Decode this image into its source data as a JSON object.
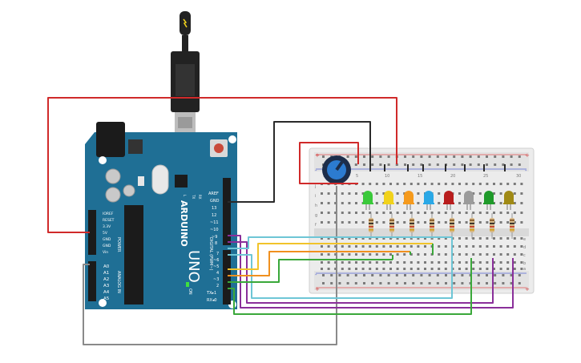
{
  "board": {
    "brand": "ARDUINO",
    "model": "UNO",
    "power_header_label": "POWER",
    "analog_header_label": "ANALOG IN",
    "digital_header_label": "DIGITAL (PWM~)",
    "on_label": "ON",
    "tx_label": "TX",
    "rx_label": "RX",
    "led_l_label": "L",
    "power_pins": [
      "IOREF",
      "RESET",
      "3.3V",
      "5V",
      "GND",
      "GND",
      "Vin"
    ],
    "analog_pins": [
      "A0",
      "A1",
      "A2",
      "A3",
      "A4",
      "A5"
    ],
    "digital_top_pins": [
      "AREF",
      "GND",
      "13",
      "12",
      "~11",
      "~10",
      "~9",
      "8"
    ],
    "digital_bottom_pins": [
      "7",
      "~6",
      "~5",
      "4",
      "~3",
      "2",
      "TX▸1",
      "RX◂0"
    ]
  },
  "breadboard": {
    "row_letters_top": [
      "j",
      "i",
      "h",
      "g",
      "f"
    ],
    "row_letters_bottom": [
      "e",
      "d",
      "c",
      "b",
      "a"
    ],
    "column_numbers": [
      "1",
      "5",
      "10",
      "15",
      "20",
      "25",
      "30"
    ],
    "rail_plus": "+",
    "rail_minus": "-"
  },
  "leds": [
    {
      "color_name": "green",
      "hex": "#3ac93a"
    },
    {
      "color_name": "yellow",
      "hex": "#f1d21b"
    },
    {
      "color_name": "orange",
      "hex": "#f59a1c"
    },
    {
      "color_name": "blue",
      "hex": "#2aa8e6"
    },
    {
      "color_name": "red",
      "hex": "#b81d1d"
    },
    {
      "color_name": "white",
      "hex": "#9b9b9b"
    },
    {
      "color_name": "green",
      "hex": "#1f9a2a"
    },
    {
      "color_name": "yellow",
      "hex": "#a08a15"
    }
  ],
  "wire_colors": {
    "red": "#d02a2a",
    "black": "#2a2a2a",
    "gray": "#8a8a8a",
    "purple": "#8a2f9a",
    "cyan": "#6ec6d6",
    "yellow": "#f1c42b",
    "orange": "#f0901f",
    "green": "#3aa83a"
  },
  "icons": {
    "usb": "usb-cable-icon",
    "power_bolt": "lightning-icon"
  }
}
